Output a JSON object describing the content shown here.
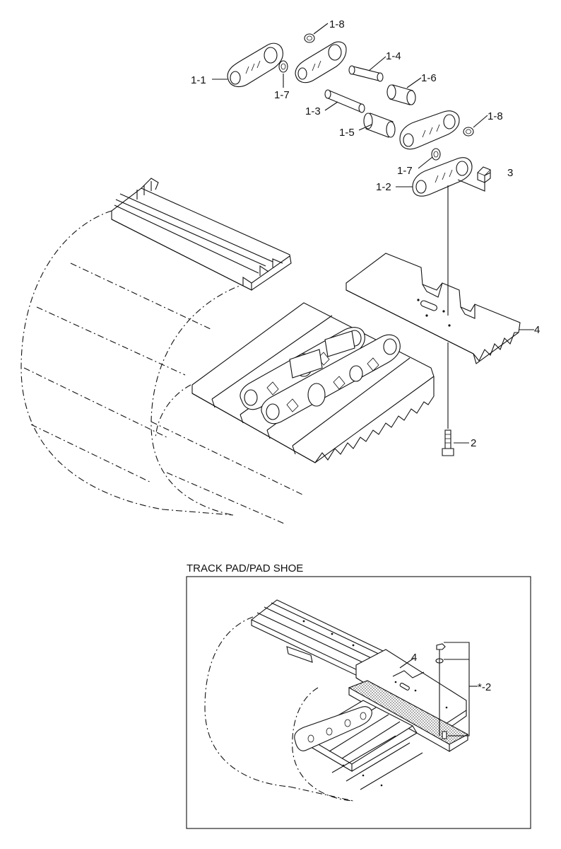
{
  "callouts": {
    "c1_1": "1-1",
    "c1_2": "1-2",
    "c1_3": "1-3",
    "c1_4": "1-4",
    "c1_5": "1-5",
    "c1_6": "1-6",
    "c1_7_left": "1-7",
    "c1_7_right": "1-7",
    "c1_8_top": "1-8",
    "c1_8_right": "1-8",
    "c2": "2",
    "c3": "3",
    "c4": "4"
  },
  "inset": {
    "title": "TRACK PAD/PAD SHOE",
    "c4": "4",
    "c_star_2": "*-2"
  }
}
